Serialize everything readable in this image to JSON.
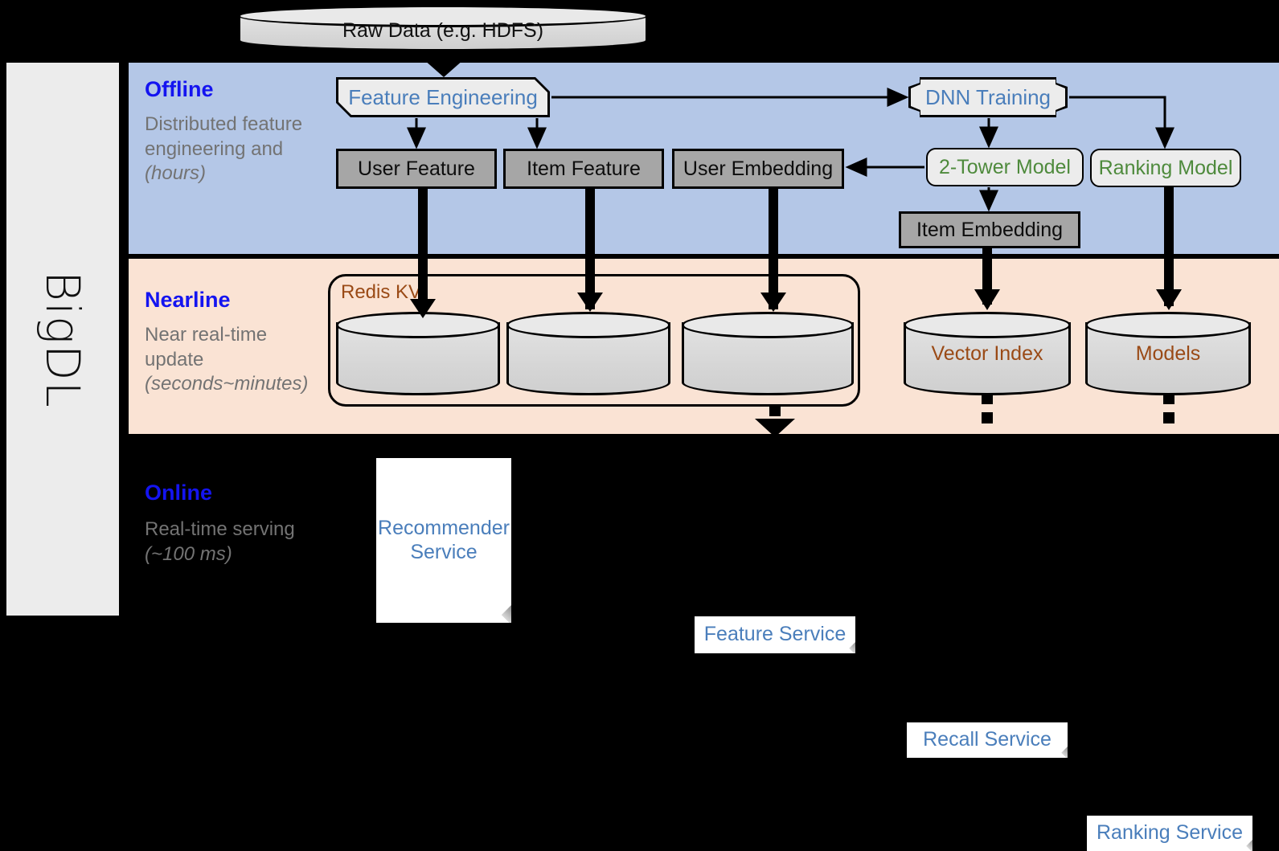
{
  "sidebar": {
    "label": "BigDL"
  },
  "source": {
    "raw_data": "Raw Data (e.g. HDFS)"
  },
  "bands": {
    "offline": {
      "title": "Offline",
      "subtitle": "Distributed feature engineering and ",
      "subtitle_em": "(hours)"
    },
    "nearline": {
      "title": "Nearline",
      "subtitle": "Near real-time update ",
      "subtitle_em": "(seconds~minutes)"
    },
    "online": {
      "title": "Online",
      "subtitle": "Real-time serving ",
      "subtitle_em": "(~100 ms)"
    }
  },
  "offline": {
    "feature_engineering": "Feature Engineering",
    "dnn_training": "DNN Training",
    "user_feature": "User Feature",
    "item_feature": "Item Feature",
    "user_embedding": "User Embedding",
    "two_tower_model": "2-Tower Model",
    "ranking_model": "Ranking Model",
    "item_embedding": "Item Embedding"
  },
  "nearline": {
    "redis_kv": "Redis KV",
    "vector_index": "Vector Index",
    "models": "Models"
  },
  "online": {
    "recommender_service": "Recommender Service",
    "feature_service": "Feature Service",
    "recall_service": "Recall Service",
    "ranking_service": "Ranking Service"
  },
  "colors": {
    "offline_band": "#b4c7e7",
    "nearline_band": "#fae3d4",
    "online_band": "#000000",
    "band_title": "#1414f0",
    "band_sub": "#737373",
    "blue_text": "#4a7ebb",
    "green_text": "#4e8a3c",
    "brown_text": "#9a4a16",
    "grey_box": "#a6a6a6",
    "light_box": "#ececec"
  }
}
